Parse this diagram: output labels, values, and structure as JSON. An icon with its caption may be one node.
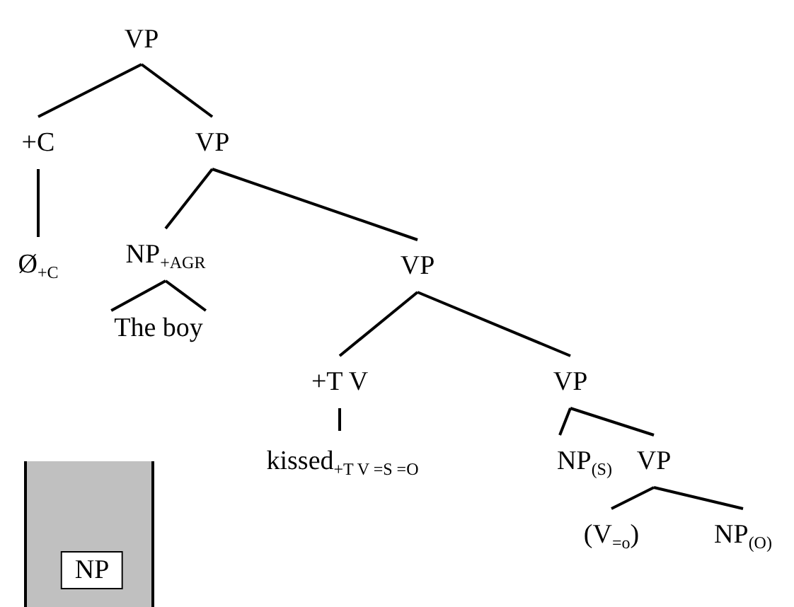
{
  "diagram": {
    "nodes": [
      {
        "text": [
          "VP"
        ]
      },
      {
        "text": [
          "+C"
        ]
      },
      {
        "text": [
          "VP"
        ]
      },
      {
        "text": [
          "Ø$_{+C}$"
        ]
      },
      {
        "text": [
          "NP$_{+AGR}$"
        ]
      },
      {
        "text": [
          "VP"
        ]
      },
      {
        "text": [
          "The boy"
        ]
      },
      {
        "text": [
          "+T V"
        ]
      },
      {
        "text": [
          "VP"
        ]
      },
      {
        "text": [
          "kissed$_{+T V =S =O}$"
        ]
      },
      {
        "text": [
          "NP$_{(S)}$"
        ]
      },
      {
        "text": [
          "VP"
        ]
      },
      {
        "text": [
          "(V$_{=o}$)"
        ]
      },
      {
        "text": [
          "NP$_{(O)}$"
        ]
      },
      {
        "text": [],
        "shape": "box"
      },
      {
        "text": [
          "NP"
        ],
        "in": 14
      }
    ],
    "edges": [
      {
        "from": 0,
        "to": 1,
        "arrow": "none"
      },
      {
        "from": 0,
        "to": 2,
        "arrow": "none"
      },
      {
        "from": 1,
        "to": 3,
        "arrow": "none"
      },
      {
        "from": 2,
        "to": 4,
        "arrow": "none"
      },
      {
        "from": 2,
        "to": 5,
        "arrow": "none"
      },
      {
        "from": 4,
        "to": 6,
        "arrow": "none"
      },
      {
        "from": 5,
        "to": 7,
        "arrow": "none"
      },
      {
        "from": 5,
        "to": 8,
        "arrow": "none"
      },
      {
        "from": 7,
        "to": 9,
        "arrow": "none"
      },
      {
        "from": 8,
        "to": 10,
        "arrow": "none"
      },
      {
        "from": 8,
        "to": 11,
        "arrow": "none"
      },
      {
        "from": 11,
        "to": 12,
        "arrow": "none"
      },
      {
        "from": 11,
        "to": 13,
        "arrow": "none"
      }
    ]
  }
}
